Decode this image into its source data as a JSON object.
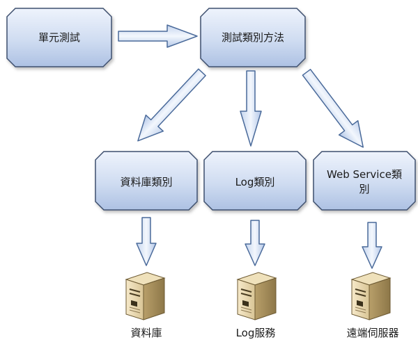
{
  "boxes": {
    "unit_test": "單元測試",
    "test_class_method": "測試類別方法",
    "db_class": "資料庫類別",
    "log_class": "Log類別",
    "ws_class_line1": "Web Service類",
    "ws_class_line2": "別"
  },
  "servers": {
    "database": "資料庫",
    "log_service": "Log服務",
    "remote_server": "遠端伺服器"
  },
  "colors": {
    "box_fill_top": "#e9f0fb",
    "box_fill_bottom": "#b6c8e6",
    "box_stroke": "#3d4f6e",
    "arrow_fill_top": "#eef3fb",
    "arrow_fill_bottom": "#b8cbe8",
    "arrow_stroke": "#4a6a9a"
  }
}
